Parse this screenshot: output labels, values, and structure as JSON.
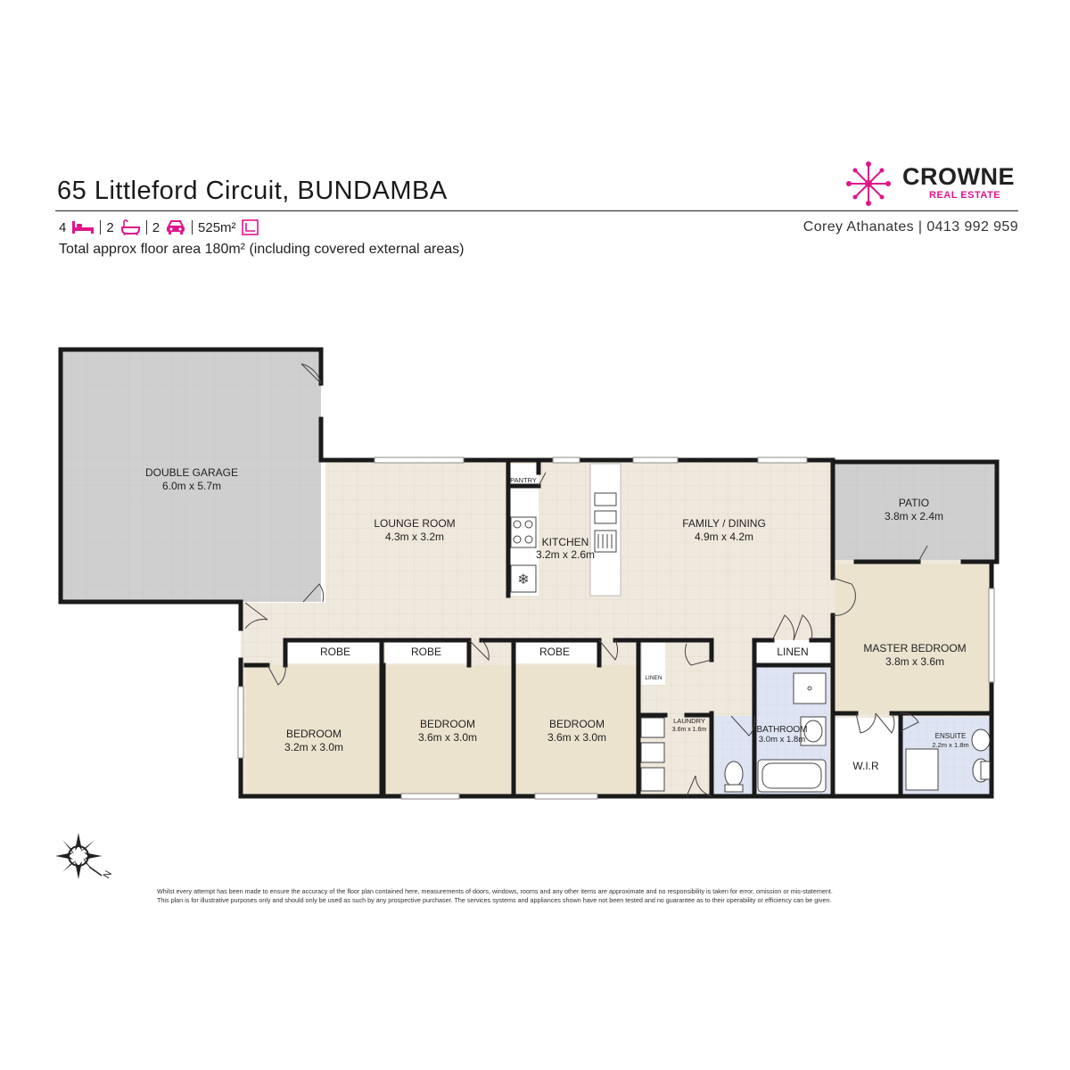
{
  "header": {
    "address": "65 Littleford Circuit, BUNDAMBA",
    "beds": "4",
    "baths": "2",
    "cars": "2",
    "land": "525m²",
    "floor_area": "Total approx floor area 180m² (including covered external areas)",
    "agent": "Corey Athanates | 0413 992 959"
  },
  "brand": {
    "name": "CROWNE",
    "sub": "REAL ESTATE",
    "accent_color": "#e0168a"
  },
  "rooms": {
    "garage": {
      "name": "DOUBLE GARAGE",
      "size": "6.0m x 5.7m"
    },
    "lounge": {
      "name": "LOUNGE ROOM",
      "size": "4.3m x 3.2m"
    },
    "pantry": {
      "name": "PANTRY"
    },
    "kitchen": {
      "name": "KITCHEN",
      "size": "3.2m x 2.6m"
    },
    "family": {
      "name": "FAMILY / DINING",
      "size": "4.9m x 4.2m"
    },
    "patio": {
      "name": "PATIO",
      "size": "3.8m x 2.4m"
    },
    "master": {
      "name": "MASTER BEDROOM",
      "size": "3.8m x 3.6m"
    },
    "linen_hall": {
      "name": "LINEN"
    },
    "linen_laundry": {
      "name": "LINEN"
    },
    "robe1": {
      "name": "ROBE"
    },
    "robe2": {
      "name": "ROBE"
    },
    "robe3": {
      "name": "ROBE"
    },
    "bed1": {
      "name": "BEDROOM",
      "size": "3.2m x 3.0m"
    },
    "bed2": {
      "name": "BEDROOM",
      "size": "3.6m x 3.0m"
    },
    "bed3": {
      "name": "BEDROOM",
      "size": "3.6m x 3.0m"
    },
    "laundry": {
      "name": "LAUNDRY",
      "size": "3.6m x 1.6m"
    },
    "bathroom": {
      "name": "BATHROOM",
      "size": "3.0m x 1.8m"
    },
    "wir": {
      "name": "W.I.R"
    },
    "ensuite": {
      "name": "ENSUITE",
      "size": "2.2m x 1.8m"
    }
  },
  "compass": {
    "label": "N"
  },
  "disclaimer": {
    "line1": "Whilst every attempt has been made to ensure the accuracy of the floor plan contained here, measurements of doors, windows, rooms and any other items are approximate and no responsibility is taken for error, omission or mis-statement.",
    "line2": "This plan is for illustrative purposes only and should only be used as such by any prospective purchaser. The services systems and appliances shown have not been tested and no guarantee as to their operability or efficiency can be given."
  },
  "colors": {
    "tile": "#efe8dc",
    "bedroom": "#ece3cf",
    "garage": "#cfcfcf",
    "wet": "#dfe4f3",
    "wall": "#1a1a1a"
  }
}
